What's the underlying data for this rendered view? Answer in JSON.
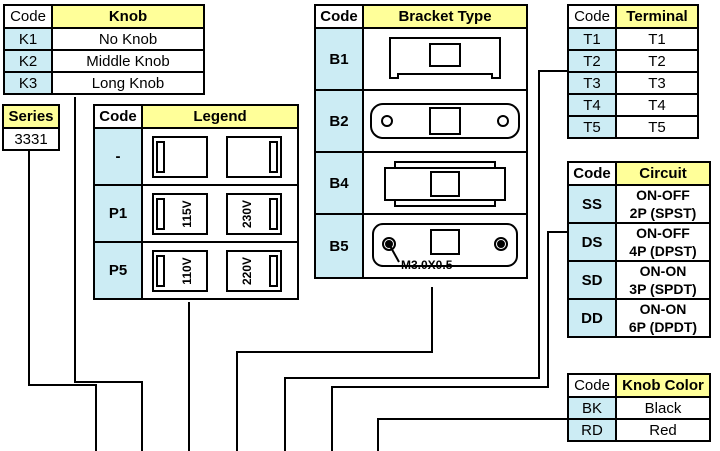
{
  "knob": {
    "header_code": "Code",
    "header_name": "Knob",
    "rows": [
      {
        "code": "K1",
        "name": "No Knob"
      },
      {
        "code": "K2",
        "name": "Middle Knob"
      },
      {
        "code": "K3",
        "name": "Long Knob"
      }
    ]
  },
  "series": {
    "header": "Series",
    "value": "3331"
  },
  "legend": {
    "header_code": "Code",
    "header_name": "Legend",
    "rows": [
      {
        "code": "-",
        "labels": [
          "",
          ""
        ]
      },
      {
        "code": "P1",
        "labels": [
          "115V",
          "230V"
        ]
      },
      {
        "code": "P5",
        "labels": [
          "110V",
          "220V"
        ]
      }
    ]
  },
  "bracket": {
    "header_code": "Code",
    "header_name": "Bracket Type",
    "rows": [
      {
        "code": "B1"
      },
      {
        "code": "B2"
      },
      {
        "code": "B4"
      },
      {
        "code": "B5",
        "note": "M3.0X0.5"
      }
    ]
  },
  "terminal": {
    "header_code": "Code",
    "header_name": "Terminal",
    "rows": [
      {
        "code": "T1",
        "name": "T1"
      },
      {
        "code": "T2",
        "name": "T2"
      },
      {
        "code": "T3",
        "name": "T3"
      },
      {
        "code": "T4",
        "name": "T4"
      },
      {
        "code": "T5",
        "name": "T5"
      }
    ]
  },
  "circuit": {
    "header_code": "Code",
    "header_name": "Circuit",
    "rows": [
      {
        "code": "SS",
        "line1": "ON-OFF",
        "line2": "2P (SPST)"
      },
      {
        "code": "DS",
        "line1": "ON-OFF",
        "line2": "4P (DPST)"
      },
      {
        "code": "SD",
        "line1": "ON-ON",
        "line2": "3P (SPDT)"
      },
      {
        "code": "DD",
        "line1": "ON-ON",
        "line2": "6P (DPDT)"
      }
    ]
  },
  "knob_color": {
    "header_code": "Code",
    "header_name": "Knob Color",
    "rows": [
      {
        "code": "BK",
        "name": "Black"
      },
      {
        "code": "RD",
        "name": "Red"
      }
    ]
  },
  "colors": {
    "header_fill": "#ffff99",
    "code_fill": "#ccecf4",
    "line": "#000000"
  }
}
